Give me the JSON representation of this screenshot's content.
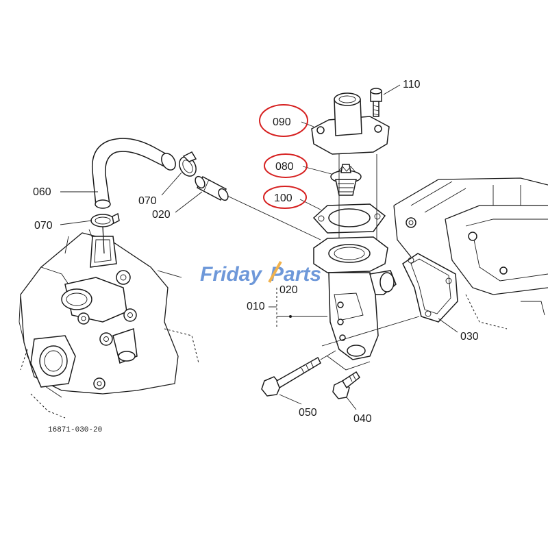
{
  "diagram": {
    "reference_code": "16871-030-20",
    "highlight_color": "#d62020",
    "labels": {
      "p110": "110",
      "p090": "090",
      "p080": "080",
      "p100": "100",
      "p060": "060",
      "p070a": "070",
      "p070b": "070",
      "p020a": "020",
      "p020b": "020",
      "p010": "010",
      "p030": "030",
      "p050": "050",
      "p040": "040"
    },
    "highlighted_parts": [
      "090",
      "080",
      "100"
    ]
  },
  "watermark": {
    "part1": "Friday",
    "part2": "Parts",
    "color_blue": "#4a7fd0",
    "color_orange": "#f0a020"
  }
}
